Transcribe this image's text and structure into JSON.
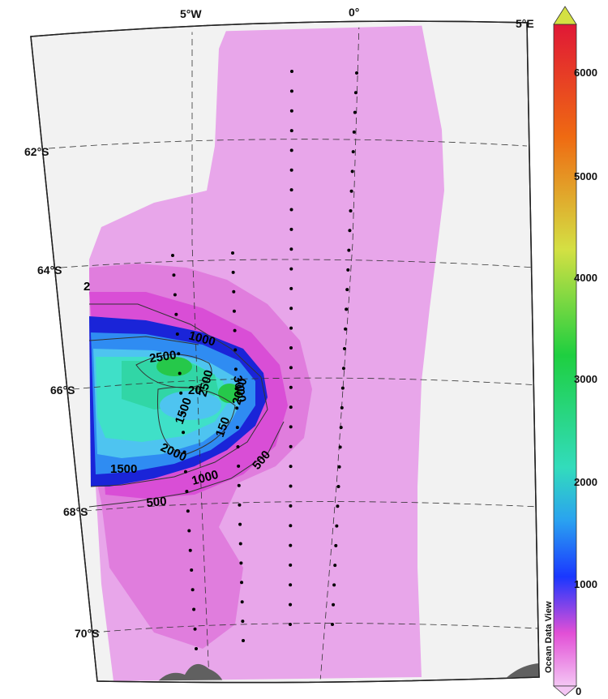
{
  "map": {
    "lon_labels": [
      "5°W",
      "0°",
      "5°E"
    ],
    "lat_labels": [
      "62°S",
      "64°S",
      "66°S",
      "68°S",
      "70°S"
    ],
    "contour_labels": [
      "2",
      "1000",
      "2500",
      "20",
      "2500",
      "3000",
      "1500",
      "150",
      "2000",
      "2000",
      "500",
      "1000",
      "1500",
      "500"
    ],
    "colorbar": {
      "title": "Ocean Data View",
      "ticks": [
        "6000",
        "5000",
        "4000",
        "3000",
        "2000",
        "1000",
        "0"
      ],
      "colors": {
        "c0": "#f4c6f4",
        "c500": "#e24fd6",
        "c1000": "#1a37ff",
        "c1500": "#2aa2f0",
        "c2000": "#32dcbc",
        "c3000": "#1ecf40",
        "c4000": "#d4e043",
        "c5000": "#ef6a12",
        "c6000": "#e01836"
      }
    },
    "colors": {
      "land_fill": "#f2f2f2",
      "data_pink": "#e8a6ea",
      "pink_mid": "#e07ddd",
      "magenta": "#d94ed6",
      "deep_blue": "#1a24d8",
      "blue": "#2f8cf2",
      "light_blue": "#4ec4f0",
      "cyan": "#3fe0c8",
      "teal": "#31d6a6",
      "green": "#26c84a",
      "coast": "#606060"
    }
  }
}
